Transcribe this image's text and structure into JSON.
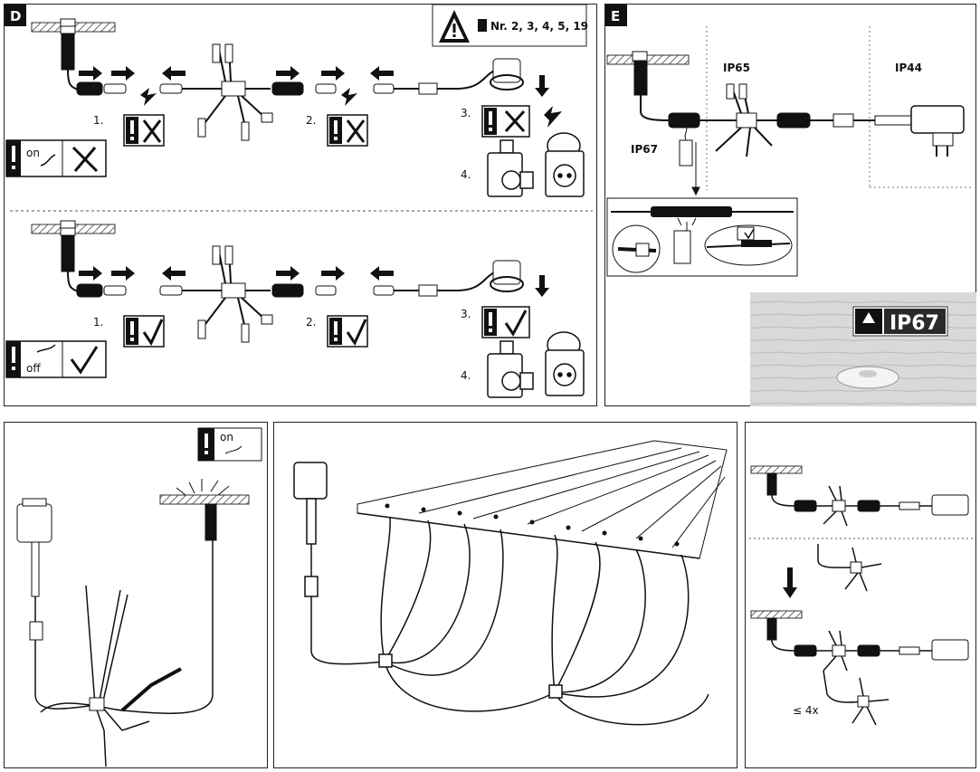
{
  "panel_d": {
    "letter": "D",
    "warning_refs": "Nr. 2, 3, 4, 5, 19",
    "steps": [
      "1.",
      "2.",
      "3.",
      "4."
    ],
    "switch_on": "on",
    "switch_off": "off"
  },
  "panel_e": {
    "letter": "E",
    "zones": [
      "IP67",
      "IP65",
      "IP44"
    ],
    "badge": "IP67"
  },
  "bottom_left": {
    "switch_on": "on"
  },
  "bottom_right": {
    "count": "≤ 4x"
  }
}
